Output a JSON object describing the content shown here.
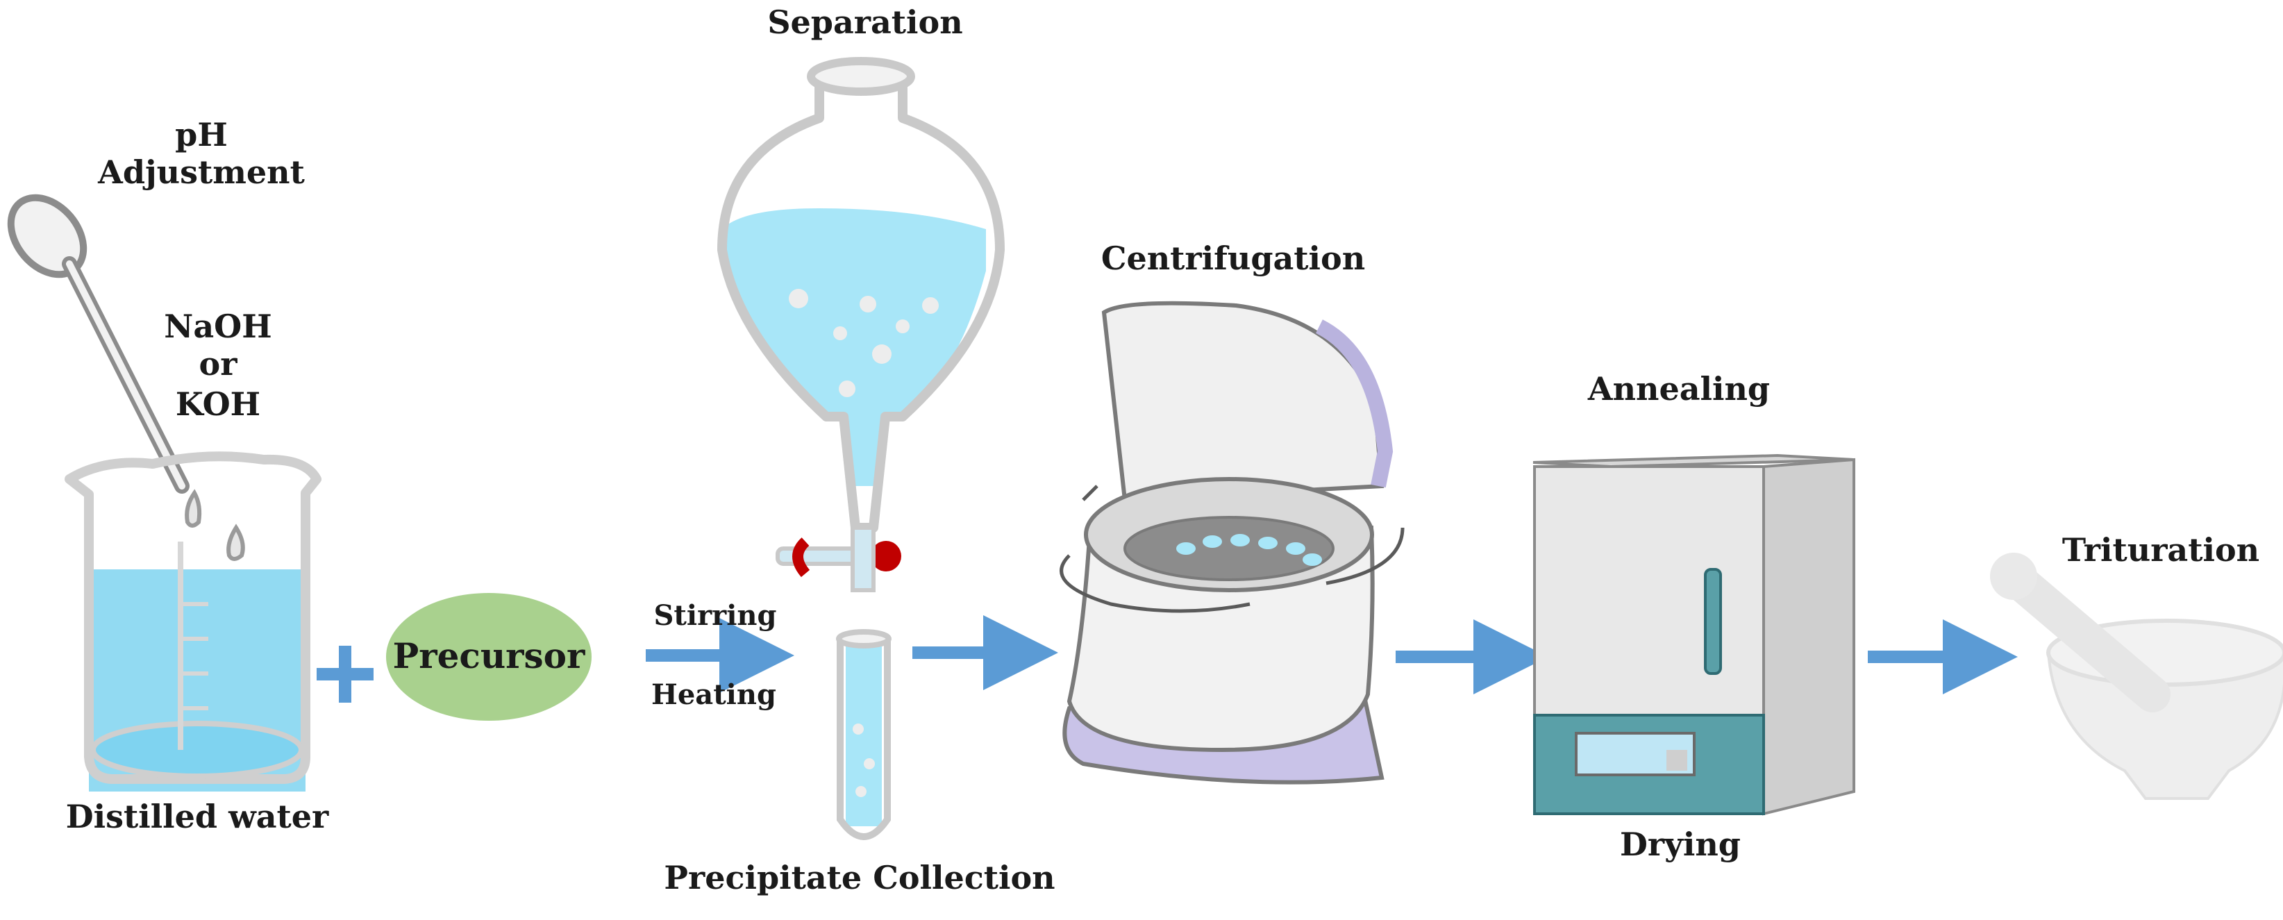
{
  "labels": {
    "ph_line1": "pH",
    "ph_line2": "Adjustment",
    "base_line1": "NaOH",
    "base_line2": "or",
    "base_line3": "KOH",
    "distilled_water": "Distilled water",
    "precursor": "Precursor",
    "stirring": "Stirring",
    "heating": "Heating",
    "separation": "Separation",
    "precipitate_collection": "Precipitate Collection",
    "centrifugation": "Centrifugation",
    "annealing": "Annealing",
    "drying": "Drying",
    "trituration": "Trituration"
  },
  "colors": {
    "arrow": "#5b9bd5",
    "water": "#7fd3f0",
    "liquid_light": "#a8e6f8",
    "precursor_fill": "#a9d18e",
    "glass_outline": "#b8b8b8",
    "stopcock": "#c00000",
    "centrifuge_base": "#c9c3e8",
    "oven_body": "#e4e4e4",
    "oven_panel": "#5aa0a8",
    "mortar": "#eeeeee"
  },
  "icons": [
    "dropper-icon",
    "beaker-icon",
    "plus-icon",
    "separatory-funnel-icon",
    "test-tube-icon",
    "centrifuge-icon",
    "oven-icon",
    "mortar-pestle-icon"
  ]
}
